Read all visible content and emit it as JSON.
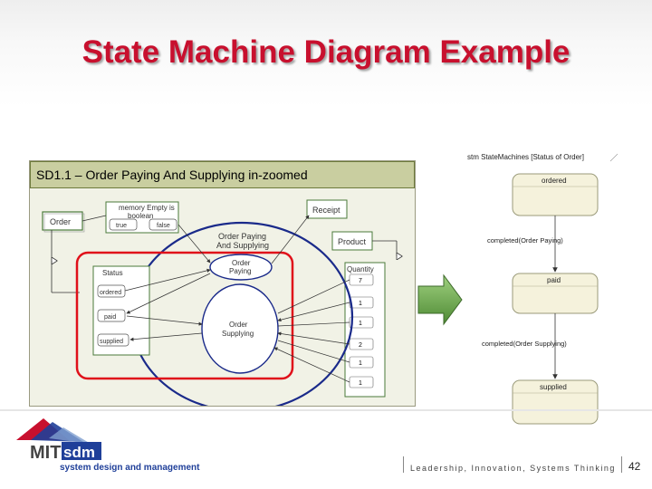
{
  "slide": {
    "title": "State Machine Diagram Example",
    "page_number": "42",
    "tagline": "Leadership, Innovation, Systems Thinking"
  },
  "logo": {
    "letters_left": "MIT",
    "letters_right": "sdm",
    "subtitle": "system design and management"
  },
  "left_diagram": {
    "header": "SD1.1 – Order Paying And Supplying in-zoomed",
    "objects": {
      "order": "Order",
      "memory_empty": "memory Empty is",
      "memory_empty_line2": "boolean",
      "true_label": "true",
      "false_label": "false",
      "receipt": "Receipt",
      "product": "Product",
      "quantity": "Quantity",
      "status": "Status",
      "ordered": "ordered",
      "paid": "paid",
      "supplied": "supplied"
    },
    "processes": {
      "main_line1": "Order Paying",
      "main_line2": "And Supplying",
      "paying_line1": "Order",
      "paying_line2": "Paying",
      "supplying_line1": "Order",
      "supplying_line2": "Supplying"
    },
    "quantity_values": [
      "7",
      "1",
      "1",
      "2",
      "1",
      "1"
    ]
  },
  "right_diagram": {
    "title": "stm StateMachines [Status of Order]",
    "states": [
      "ordered",
      "paid",
      "supplied"
    ],
    "transitions": [
      "completed(Order Paying)",
      "completed(Order Supplying)"
    ]
  },
  "colors": {
    "title": "#c8102e",
    "highlight_red": "#e0101a",
    "ellipse_blue": "#1a2a8a",
    "arrow_green": "#6aa84f",
    "panel_header": "#c9cea0",
    "state_fill": "#f5f2dc"
  }
}
